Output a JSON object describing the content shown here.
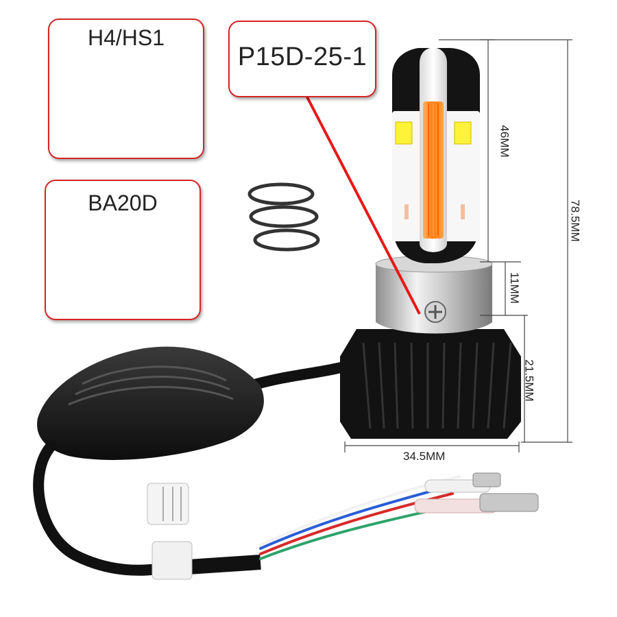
{
  "connectors": {
    "h4": {
      "label": "H4/HS1"
    },
    "ba20d": {
      "label": "BA20D"
    },
    "p15d": {
      "label": "P15D-25-1"
    }
  },
  "dimensions": {
    "led_length": "46MM",
    "total_length": "78.5MM",
    "collar_height": "11MM",
    "base_height": "21.5MM",
    "base_width": "34.5MM"
  },
  "colors": {
    "callout_border": "#d42424",
    "arrow": "#e81818",
    "led_amber": "#ff8a1e",
    "bulb_black": "#141414"
  }
}
